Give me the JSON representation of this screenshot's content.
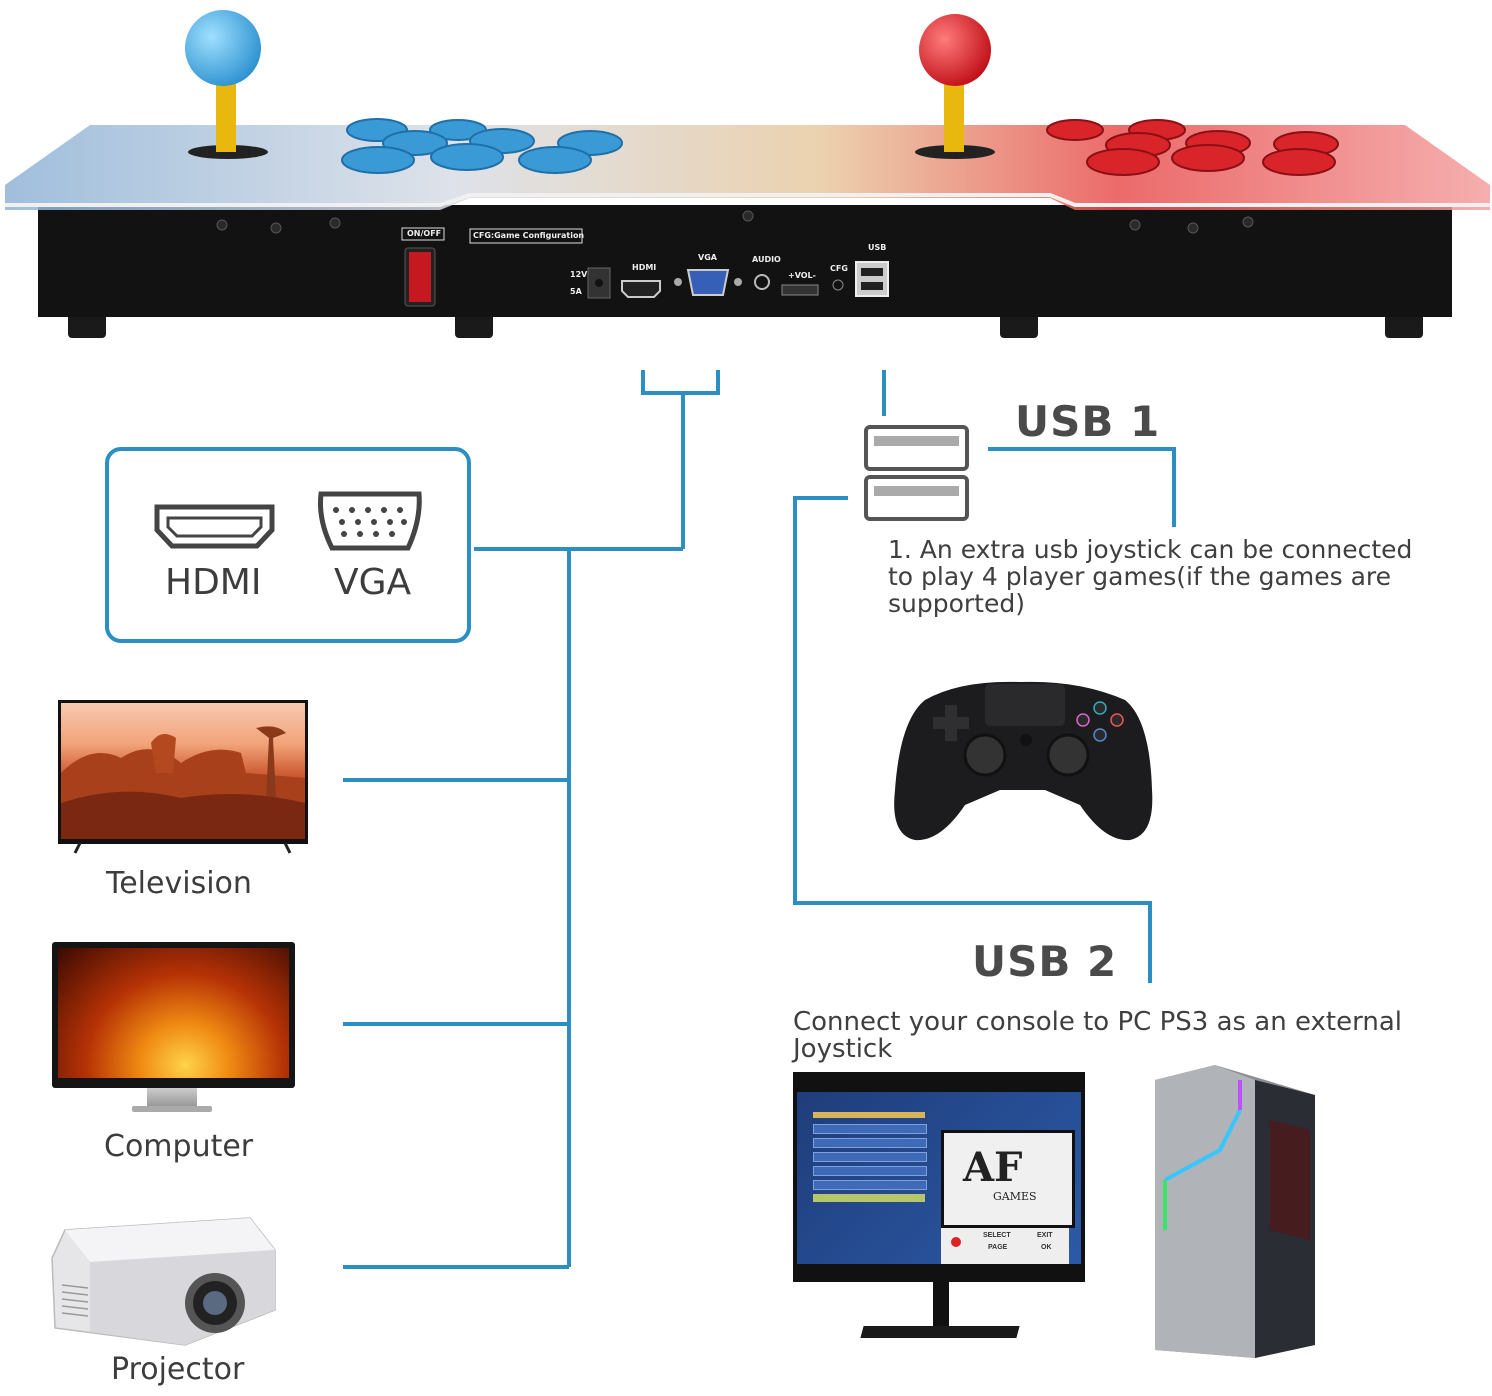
{
  "console": {
    "on_off_label": "ON/OFF",
    "cfg_label": "CFG:Game Configuration",
    "power_12v": "12V",
    "power_5a": "5A",
    "hdmi_port_label": "HDMI",
    "vga_port_label": "VGA",
    "audio_label": "AUDIO",
    "vol_label": "+VOL-",
    "cfg_short": "CFG",
    "usb_port_label": "USB"
  },
  "video_box": {
    "hdmi": "HDMI",
    "vga": "VGA"
  },
  "devices": [
    {
      "label": "Television"
    },
    {
      "label": "Computer"
    },
    {
      "label": "Projector"
    }
  ],
  "usb1": {
    "title": "USB 1",
    "lines": [
      "1. An extra usb joystick can be connected",
      "to play 4 player games(if the games are",
      "supported)"
    ]
  },
  "usb2": {
    "title": "USB 2",
    "description": "Connect your console to PC PS3 as an external Joystick"
  },
  "monitor_screen": {
    "logo": "AF",
    "logo_sub": "GAMES",
    "select": "SELECT",
    "page": "PAGE",
    "exit": "EXIT",
    "ok": "OK"
  },
  "colors": {
    "connector_line": "#2b8fc4",
    "player1_buttons": "#3a9ad6",
    "player2_buttons": "#d9242a"
  }
}
